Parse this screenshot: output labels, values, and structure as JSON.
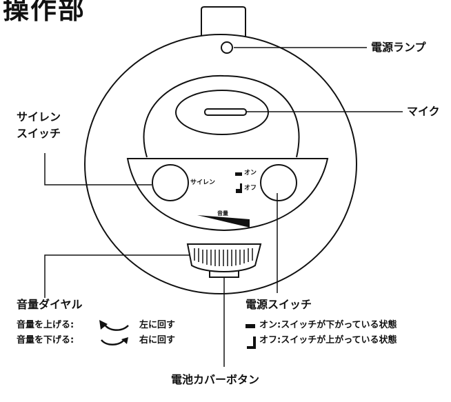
{
  "title": "操作部",
  "labels": {
    "power_lamp": "電源ランプ",
    "mic": "マイク",
    "siren_switch_line1": "サイレン",
    "siren_switch_line2": "スイッチ",
    "volume_dial": "音量ダイヤル",
    "volume_up": "音量を上げる:",
    "volume_up_action": "左に回す",
    "volume_down": "音量を下げる:",
    "volume_down_action": "右に回す",
    "power_switch": "電源スイッチ",
    "power_on_desc": "オン:スイッチが下がっている状態",
    "power_off_desc": "オフ:スイッチが上がっている状態",
    "battery_cover_button": "電池カバーボタン"
  },
  "device": {
    "siren_button_label": "サイレン",
    "on_label": "オン",
    "off_label": "オフ",
    "volume_label": "音量"
  }
}
